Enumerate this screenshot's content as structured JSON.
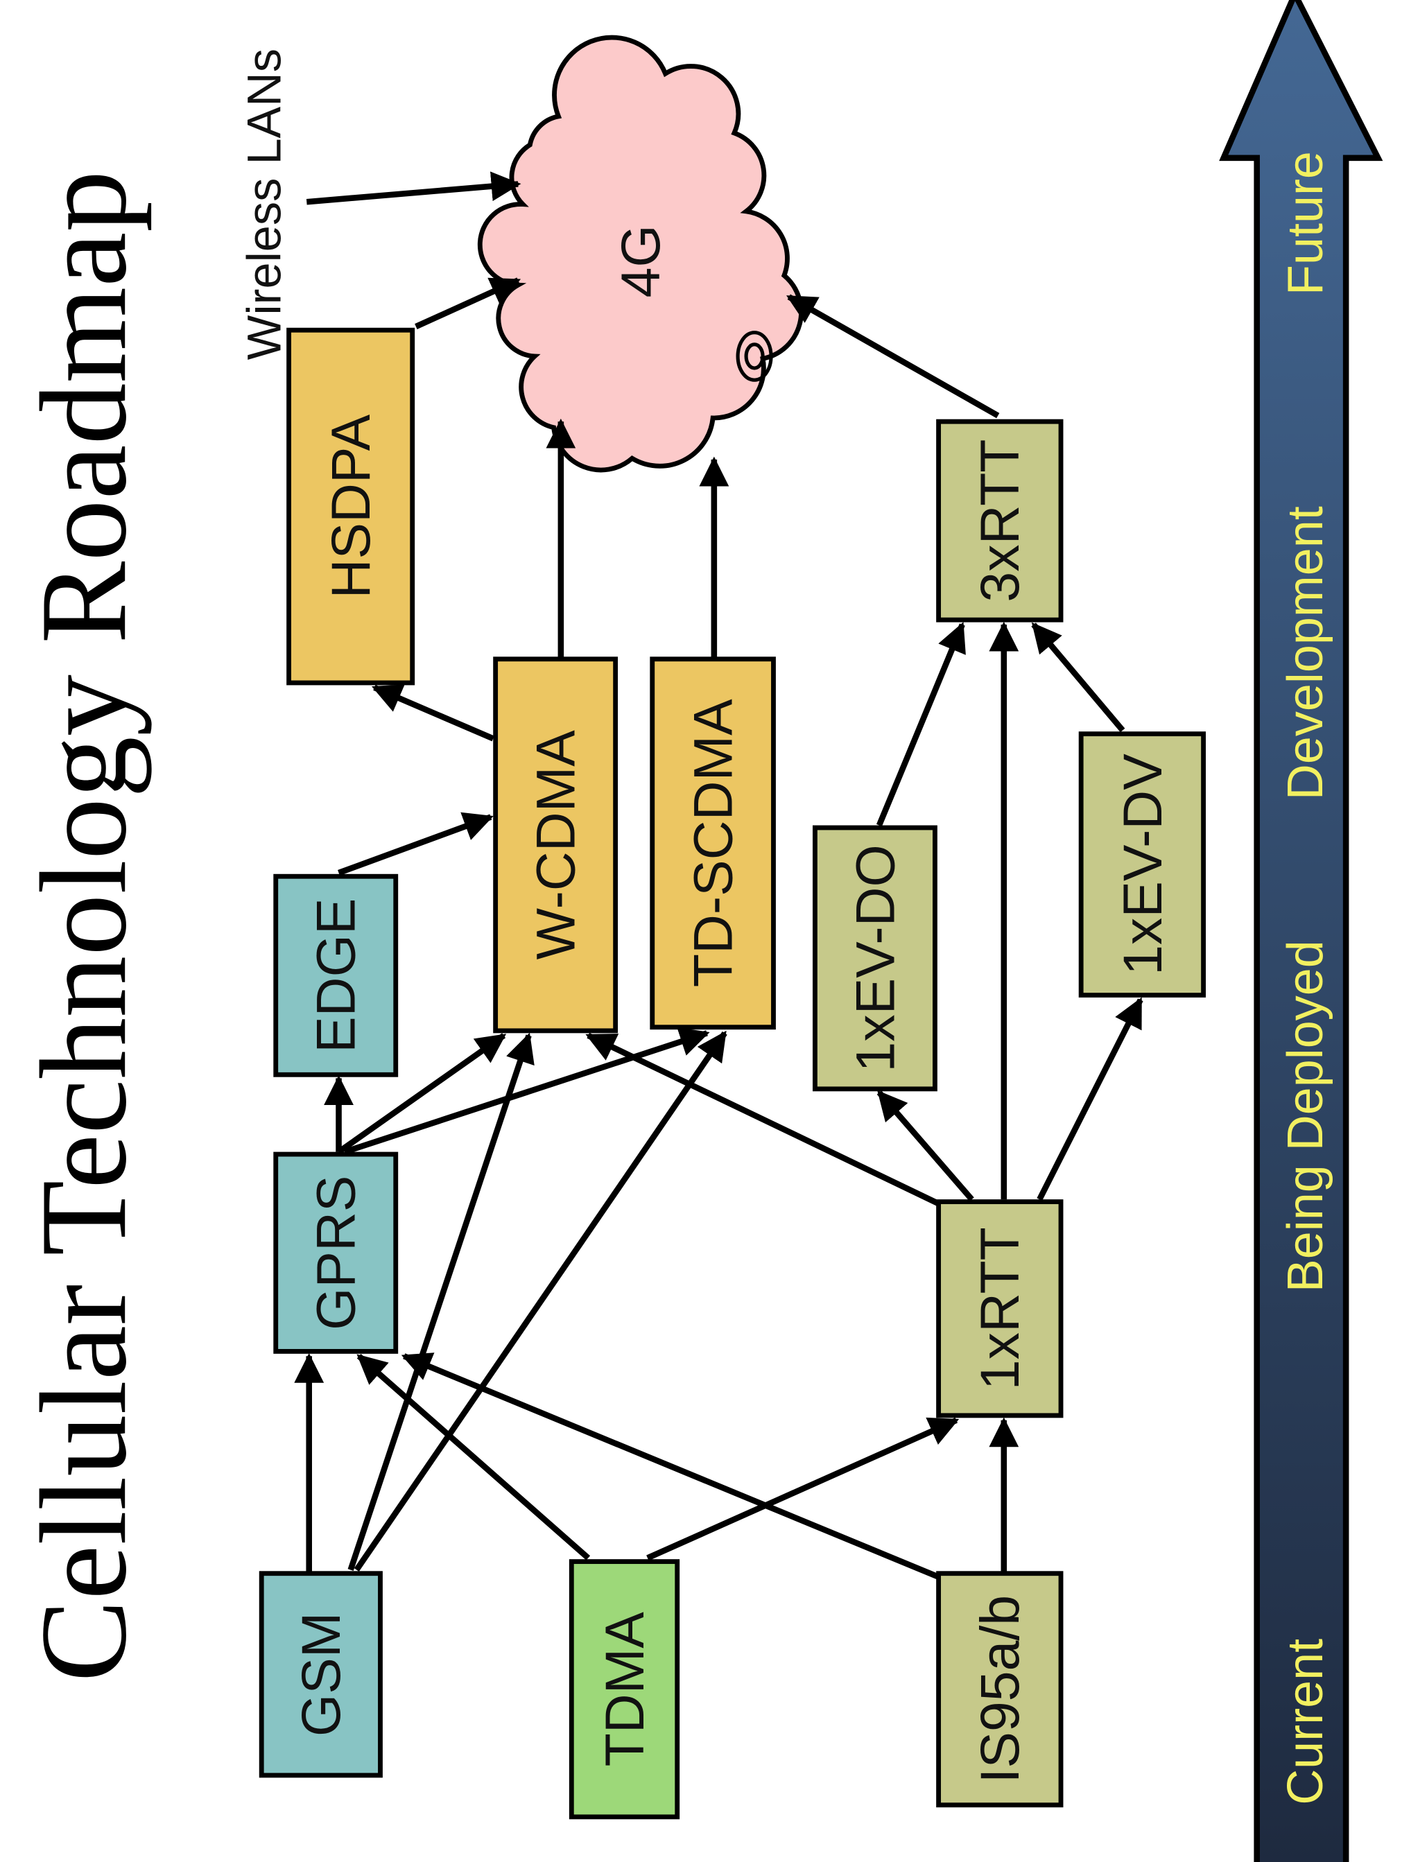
{
  "title": "Cellular Technology Roadmap",
  "colors": {
    "gsm_family": "#88c4c4",
    "tdma": "#9dd879",
    "cdma_family": "#c6c98a",
    "3g_wcdma": "#ecc662",
    "cloud": "#fccaca",
    "timeline_dark": "#1e2a3f",
    "timeline_light": "#446894",
    "timeline_text": "#f2f060"
  },
  "nodes": {
    "gsm": {
      "label": "GSM",
      "color": "#88c4c4"
    },
    "tdma": {
      "label": "TDMA",
      "color": "#9dd879"
    },
    "is95": {
      "label": "IS95a/b",
      "color": "#c6c98a"
    },
    "gprs": {
      "label": "GPRS",
      "color": "#88c4c4"
    },
    "edge": {
      "label": "EDGE",
      "color": "#88c4c4"
    },
    "onexrtt": {
      "label": "1xRTT",
      "color": "#c6c98a"
    },
    "wcdma": {
      "label": "W-CDMA",
      "color": "#ecc662"
    },
    "tdscdma": {
      "label": "TD-SCDMA",
      "color": "#ecc662"
    },
    "evdo": {
      "label": "1xEV-DO",
      "color": "#c6c98a"
    },
    "evdv": {
      "label": "1xEV-DV",
      "color": "#c6c98a"
    },
    "threexrtt": {
      "label": "3xRTT",
      "color": "#c6c98a"
    },
    "hsdpa": {
      "label": "HSDPA",
      "color": "#ecc662"
    },
    "fourg": {
      "label": "4G",
      "color": "#fccaca"
    },
    "wlan": {
      "label": "Wireless LANs"
    }
  },
  "edges": [
    {
      "from": "gsm",
      "to": "gprs"
    },
    {
      "from": "gsm",
      "to": "wcdma"
    },
    {
      "from": "gsm",
      "to": "tdscdma"
    },
    {
      "from": "tdma",
      "to": "gprs"
    },
    {
      "from": "tdma",
      "to": "onexrtt"
    },
    {
      "from": "is95",
      "to": "gprs"
    },
    {
      "from": "is95",
      "to": "onexrtt"
    },
    {
      "from": "gprs",
      "to": "edge"
    },
    {
      "from": "gprs",
      "to": "wcdma"
    },
    {
      "from": "gprs",
      "to": "tdscdma"
    },
    {
      "from": "onexrtt",
      "to": "wcdma"
    },
    {
      "from": "onexrtt",
      "to": "evdo"
    },
    {
      "from": "onexrtt",
      "to": "threexrtt"
    },
    {
      "from": "onexrtt",
      "to": "evdv"
    },
    {
      "from": "edge",
      "to": "wcdma"
    },
    {
      "from": "wcdma",
      "to": "hsdpa"
    },
    {
      "from": "wcdma",
      "to": "fourg"
    },
    {
      "from": "tdscdma",
      "to": "fourg"
    },
    {
      "from": "evdo",
      "to": "threexrtt"
    },
    {
      "from": "evdv",
      "to": "threexrtt"
    },
    {
      "from": "threexrtt",
      "to": "fourg"
    },
    {
      "from": "hsdpa",
      "to": "fourg"
    },
    {
      "from": "wlan",
      "to": "fourg"
    }
  ],
  "timeline": {
    "stages": [
      "Current",
      "Being Deployed",
      "Development",
      "Future"
    ]
  }
}
